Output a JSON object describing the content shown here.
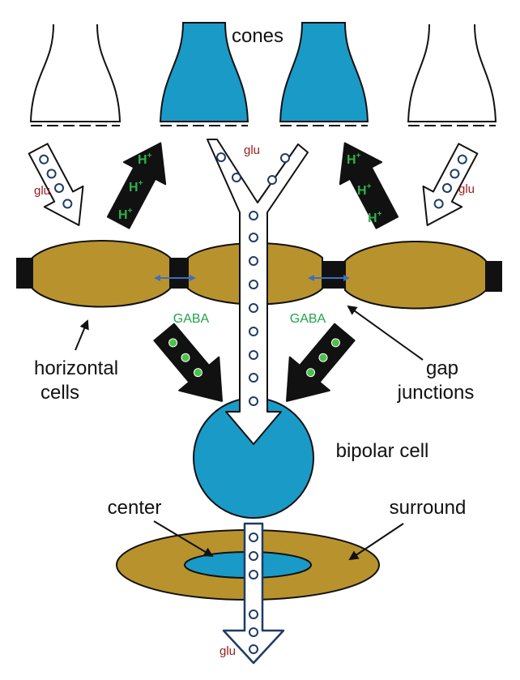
{
  "labels": {
    "cones": "cones",
    "glu_left": "glu",
    "glu_center": "glu",
    "glu_right": "glu",
    "glu_bottom": "glu",
    "proton": "H",
    "proton_sup": "+",
    "gaba_left": "GABA",
    "gaba_right": "GABA",
    "horizontal_cells_line1": "horizontal",
    "horizontal_cells_line2": "cells",
    "gap_junctions_line1": "gap",
    "gap_junctions_line2": "junctions",
    "bipolar_cell": "bipolar cell",
    "center": "center",
    "surround": "surround"
  },
  "colors": {
    "cone_active": "#1a9ac7",
    "horizontal_cell": "#b8932d",
    "outline": "#111111",
    "glu_text": "#9b1b1b",
    "gaba_text": "#22a24a",
    "proton_text": "#2fb24d",
    "junction_arrow": "#3d6fc0",
    "bottom_arrow_outline": "#1f3b66",
    "gaba_dot": "#4cc24a"
  }
}
